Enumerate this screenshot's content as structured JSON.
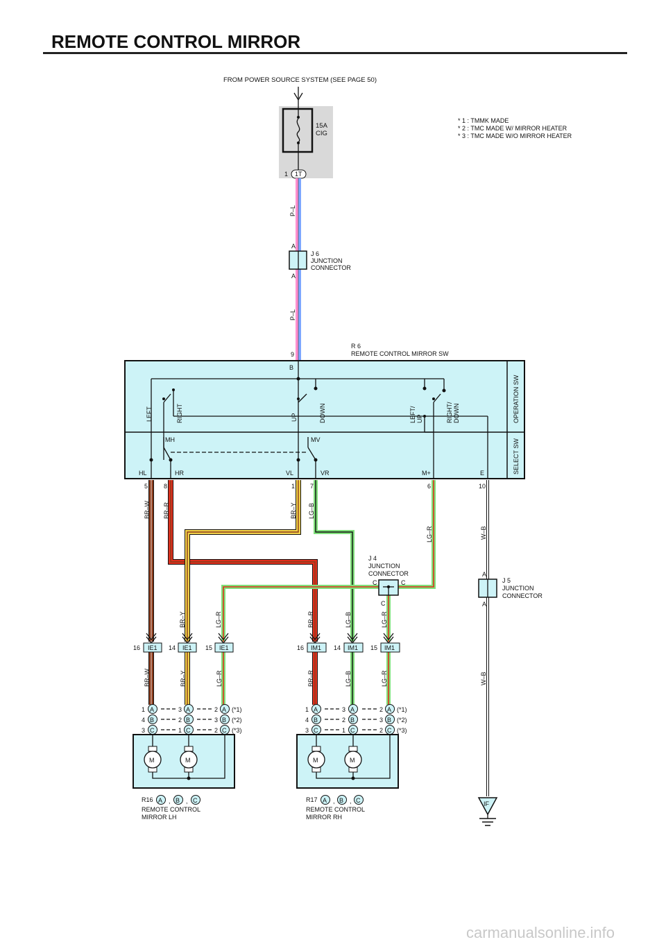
{
  "title": "REMOTE CONTROL MIRROR",
  "power_source": "FROM POWER SOURCE SYSTEM (SEE PAGE 50)",
  "fuse": {
    "rating": "15A",
    "name": "CIG",
    "connector": "1T",
    "pin": "1"
  },
  "notes": [
    "* 1 : TMMK MADE",
    "* 2 : TMC MADE W/ MIRROR HEATER",
    "* 3 : TMC MADE W/O MIRROR HEATER"
  ],
  "j6": {
    "id": "J 6",
    "name1": "JUNCTION",
    "name2": "CONNECTOR",
    "pin_a": "A"
  },
  "j4": {
    "id": "J 4",
    "name1": "JUNCTION",
    "name2": "CONNECTOR",
    "pin_c": "C"
  },
  "j5": {
    "id": "J 5",
    "name1": "JUNCTION",
    "name2": "CONNECTOR",
    "pin_a": "A"
  },
  "r6": {
    "id": "R 6",
    "name": "REMOTE CONTROL MIRROR SW",
    "pin_b_num": "9",
    "pin_b": "B"
  },
  "switch_labels": {
    "left": "LEFT",
    "right": "RIGHT",
    "up": "UP",
    "down": "DOWN",
    "left_up_1": "LEFT/",
    "left_up_2": "UP",
    "right_down_1": "RIGHT/",
    "right_down_2": "DOWN",
    "operation_sw": "OPERATION SW",
    "select_sw": "SELECT SW",
    "mh": "MH",
    "mv": "MV"
  },
  "sw_terminals": [
    {
      "name": "HL",
      "pin": "5"
    },
    {
      "name": "HR",
      "pin": "8"
    },
    {
      "name": "VL",
      "pin": "1"
    },
    {
      "name": "VR",
      "pin": "7"
    },
    {
      "name": "M+",
      "pin": "6"
    },
    {
      "name": "E",
      "pin": "10"
    }
  ],
  "wire_colors": {
    "pl": "P–L",
    "brw": "BR–W",
    "brr": "BR–R",
    "bry": "BR–Y",
    "lgb": "LG–B",
    "lgr": "LG–R",
    "wb": "W–B"
  },
  "connectors_ie1": [
    {
      "pin": "16",
      "name": "IE1"
    },
    {
      "pin": "14",
      "name": "IE1"
    },
    {
      "pin": "15",
      "name": "IE1"
    }
  ],
  "connectors_im1": [
    {
      "pin": "16",
      "name": "IM1"
    },
    {
      "pin": "14",
      "name": "IM1"
    },
    {
      "pin": "15",
      "name": "IM1"
    }
  ],
  "mirror_pins": {
    "rows": [
      {
        "c1": "1",
        "l1": "A",
        "c2": "3",
        "l2": "A",
        "c3": "2",
        "l3": "A",
        "note": "(*1)"
      },
      {
        "c1": "4",
        "l1": "B",
        "c2": "2",
        "l2": "B",
        "c3": "3",
        "l3": "B",
        "note": "(*2)"
      },
      {
        "c1": "3",
        "l1": "C",
        "c2": "1",
        "l2": "C",
        "c3": "2",
        "l3": "C",
        "note": "(*3)"
      }
    ]
  },
  "motor_label": "M",
  "mirror_lh": {
    "id": "R16",
    "conn": [
      "A",
      "B",
      "C"
    ],
    "sep": ",",
    "name1": "REMOTE CONTROL",
    "name2": "MIRROR LH"
  },
  "mirror_rh": {
    "id": "R17",
    "conn": [
      "A",
      "B",
      "C"
    ],
    "sep": ",",
    "name1": "REMOTE CONTROL",
    "name2": "MIRROR RH"
  },
  "ground": "IF",
  "watermark": "carmanualsonline.info",
  "colors": {
    "pink": "#ff8fd0",
    "blue": "#7da7ff",
    "brown": "#8b3a1a",
    "red": "#e0301e",
    "yellow": "#f2d24a",
    "green": "#7fe07a",
    "cyan": "#cdf3f7",
    "gray": "#d9d9d9"
  }
}
